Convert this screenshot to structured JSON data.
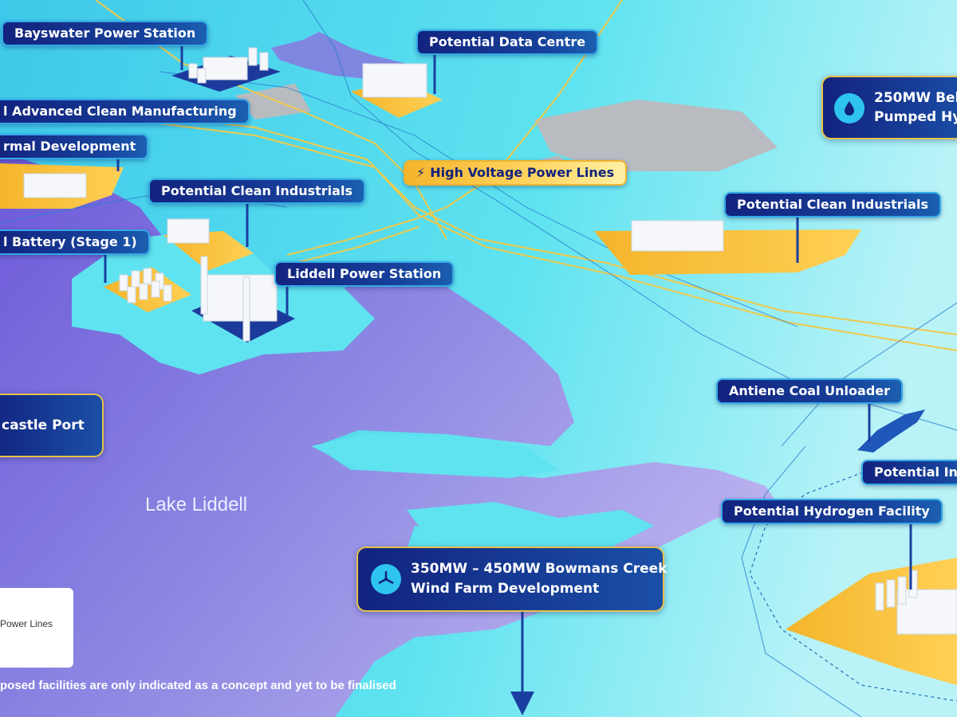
{
  "labels": {
    "bayswater": "Bayswater Power Station",
    "data_centre": "Potential Data Centre",
    "advanced_manufacturing": "l Advanced Clean Manufacturing",
    "thermal_development": "rmal Development",
    "high_voltage": "High Voltage Power Lines",
    "clean_industrials_left": "Potential Clean Industrials",
    "clean_industrials_right": "Potential Clean Industrials",
    "battery": "l Battery (Stage 1)",
    "liddell": "Liddell Power Station",
    "coal_unloader": "Antiene Coal Unloader",
    "potential_int": "Potential Int",
    "hydrogen": "Potential Hydrogen Facility"
  },
  "boxes": {
    "hydro": {
      "line1": "250MW Bel",
      "line2": "Pumped Hy",
      "icon": "water-drop-icon"
    },
    "port": {
      "text": "castle Port"
    },
    "wind": {
      "line1": "350MW – 450MW Bowmans Creek",
      "line2": "Wind Farm Development",
      "icon": "wind-turbine-icon"
    }
  },
  "lake_label": "Lake Liddell",
  "legend": {
    "item": "Power Lines"
  },
  "disclaimer": "posed facilities are only indicated as a concept and yet to be finalised",
  "colors": {
    "label_bg": "#12237e",
    "label_border": "#33a8e8",
    "accent_yellow": "#f4b52b",
    "land_cyan": "#5ee3f0",
    "water_purple": "#7f86e0"
  }
}
